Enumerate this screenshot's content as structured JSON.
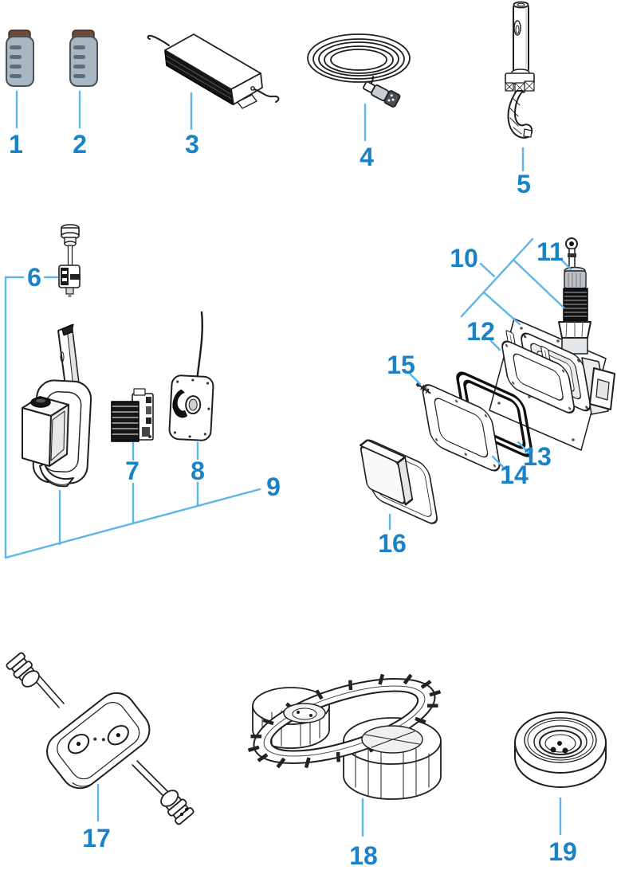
{
  "diagram": {
    "type": "exploded-parts-diagram",
    "colors": {
      "callout_text": "#1a82c6",
      "leader_line": "#5cb6e8",
      "artwork_line": "#1f1f1f",
      "cartridge_body": "#a9b7c3",
      "cartridge_cap": "#6a4a3a"
    },
    "callouts": [
      {
        "number": "1",
        "part": "anode-cartridge"
      },
      {
        "number": "2",
        "part": "anode-cartridge"
      },
      {
        "number": "3",
        "part": "power-supply-unit"
      },
      {
        "number": "4",
        "part": "cable-coil"
      },
      {
        "number": "5",
        "part": "hook-arm-tube"
      },
      {
        "number": "6",
        "part": "shaft-fitting-assembly"
      },
      {
        "number": "7",
        "part": "circuit-board-heatsink"
      },
      {
        "number": "8",
        "part": "access-cover-plate"
      },
      {
        "number": "9",
        "part": "lower-unit-assembly-group"
      },
      {
        "number": "10",
        "part": "mast-housing-assembly-group"
      },
      {
        "number": "11",
        "part": "antenna-mast"
      },
      {
        "number": "12",
        "part": "mounting-frame"
      },
      {
        "number": "13",
        "part": "gasket-black"
      },
      {
        "number": "14",
        "part": "gasket-white"
      },
      {
        "number": "15",
        "part": "screw"
      },
      {
        "number": "16",
        "part": "cover-box"
      },
      {
        "number": "17",
        "part": "inline-control-module"
      },
      {
        "number": "18",
        "part": "track-belt-assembly"
      },
      {
        "number": "19",
        "part": "grommet-pad"
      }
    ]
  }
}
